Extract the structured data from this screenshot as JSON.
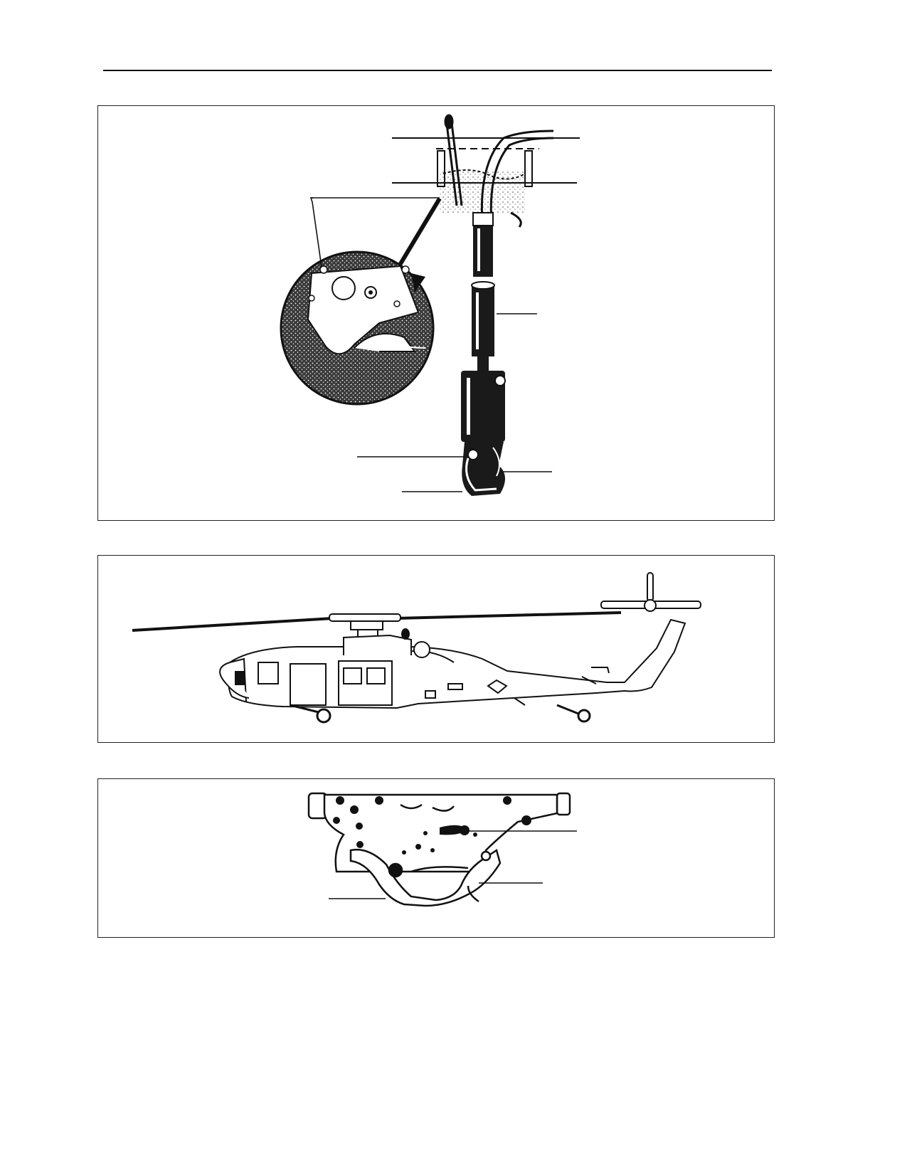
{
  "document": {
    "figures": [
      {
        "figure": "cargo-hook-assembly",
        "callouts": []
      },
      {
        "figure": "helicopter-side-profile",
        "callouts": []
      },
      {
        "figure": "cargo-hook-detail",
        "callouts": []
      }
    ]
  },
  "colors": {
    "ink": "#111111",
    "paper": "#ffffff",
    "halftone": "#3a3a3a"
  }
}
